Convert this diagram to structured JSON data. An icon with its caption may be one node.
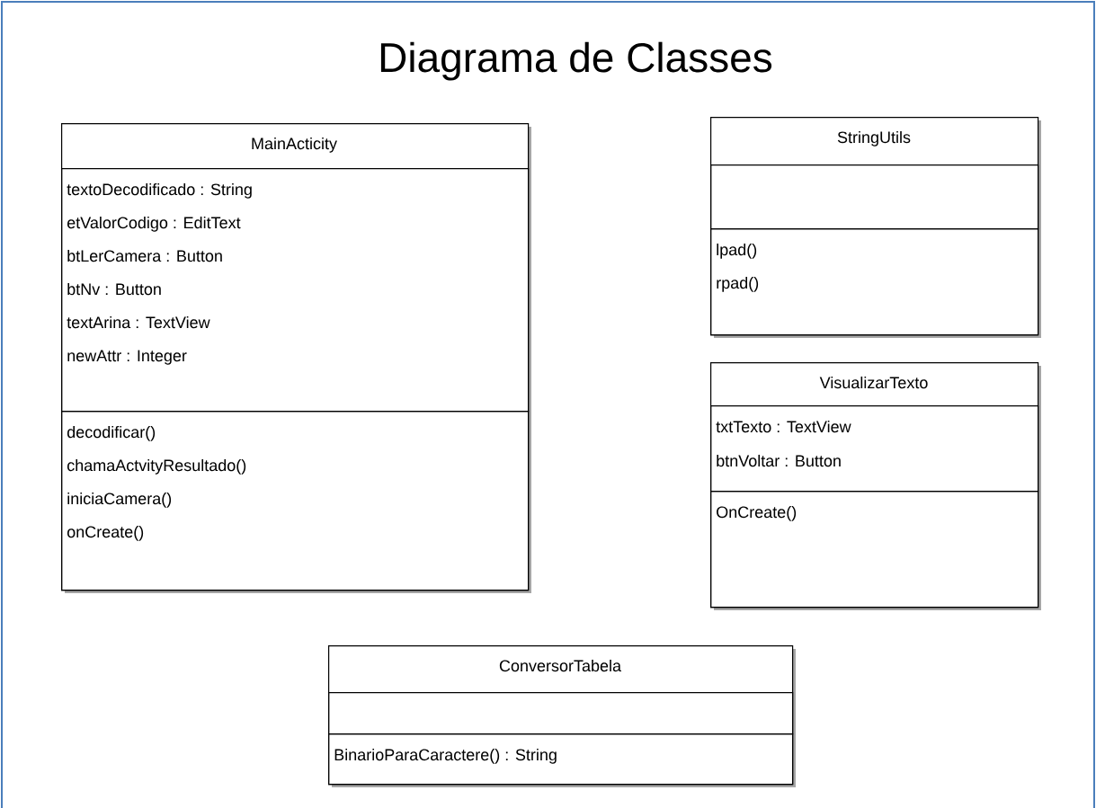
{
  "diagram": {
    "title": "Diagrama de Classes",
    "nodes": [
      {
        "text": [
          "MainActicity"
        ]
      },
      {
        "text": [
          "textoDecodificado : String",
          "etValorCodigo : EditText",
          "btLerCamera : Button",
          "btNv : Button",
          "textArina : TextView",
          "newAttr : Integer"
        ],
        "in": 0
      },
      {
        "text": [
          "decodificar()",
          "chamaActvityResultado()",
          "iniciaCamera()",
          "onCreate()"
        ],
        "in": 0
      },
      {
        "text": [
          "StringUtils"
        ]
      },
      {
        "text": [],
        "shape": "box",
        "in": 3
      },
      {
        "text": [
          "lpad()",
          "rpad()"
        ],
        "in": 3
      },
      {
        "text": [
          "VisualizarTexto"
        ]
      },
      {
        "text": [
          "txtTexto : TextView",
          "btnVoltar : Button"
        ],
        "in": 6
      },
      {
        "text": [
          "OnCreate()"
        ],
        "in": 6
      },
      {
        "text": [
          "ConversorTabela"
        ]
      },
      {
        "text": [],
        "shape": "box",
        "in": 9
      },
      {
        "text": [
          "BinarioParaCaractere() : String"
        ],
        "in": 9
      }
    ]
  }
}
